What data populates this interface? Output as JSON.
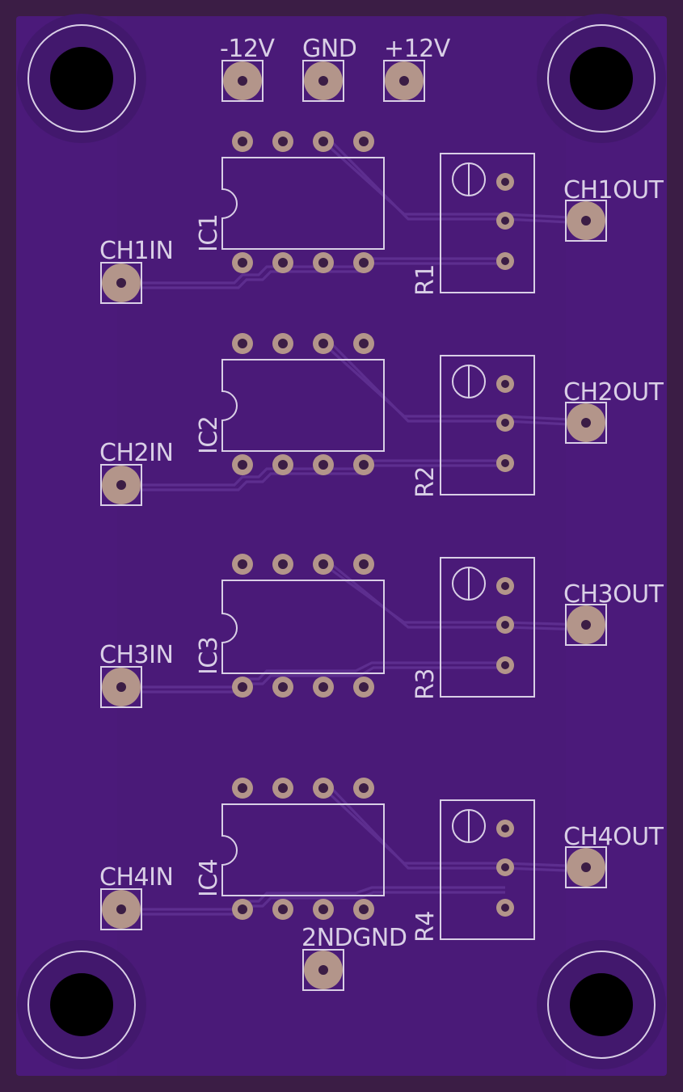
{
  "board": {
    "colors": {
      "substrate": "#3b1d45",
      "soldermask": "#4b1a7a",
      "soldermask_pour": "#42186d",
      "silkscreen": "#d9cfe6",
      "pad": "#b3958a",
      "trace": "#5d2e8f"
    }
  },
  "labels": {
    "power": [
      "-12V",
      "GND",
      "+12V"
    ],
    "second_gnd": "2NDGND",
    "channels": [
      {
        "ic": "IC1",
        "pot": "R1",
        "in": "CH1IN",
        "out": "CH1OUT"
      },
      {
        "ic": "IC2",
        "pot": "R2",
        "in": "CH2IN",
        "out": "CH2OUT"
      },
      {
        "ic": "IC3",
        "pot": "R3",
        "in": "CH3IN",
        "out": "CH3OUT"
      },
      {
        "ic": "IC4",
        "pot": "R4",
        "in": "CH4IN",
        "out": "CH4OUT"
      }
    ]
  }
}
